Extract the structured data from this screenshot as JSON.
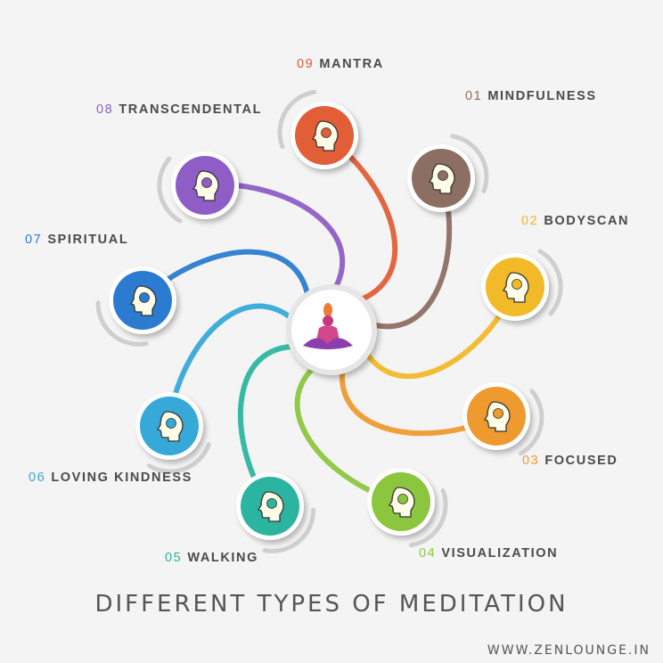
{
  "title": "DIFFERENT TYPES OF MEDITATION",
  "website": "WWW.ZENLOUNGE.IN",
  "items": [
    {
      "num": "01",
      "label": "MINDFULNESS",
      "color": "#8d6e63",
      "icon": "lotus-head-icon"
    },
    {
      "num": "02",
      "label": "BODYSCAN",
      "color": "#f2b928",
      "icon": "scan-head-icon"
    },
    {
      "num": "03",
      "label": "FOCUSED",
      "color": "#ef9a2e",
      "icon": "target-head-icon"
    },
    {
      "num": "04",
      "label": "VISUALIZATION",
      "color": "#8cc63f",
      "icon": "eye-head-icon"
    },
    {
      "num": "05",
      "label": "WALKING",
      "color": "#2bb5a0",
      "icon": "walking-head-icon"
    },
    {
      "num": "06",
      "label": "LOVING KINDNESS",
      "color": "#36a9d9",
      "icon": "heart-head-icon"
    },
    {
      "num": "07",
      "label": "SPIRITUAL",
      "color": "#2b7bd1",
      "icon": "spiritual-head-icon"
    },
    {
      "num": "08",
      "label": "TRANSCENDENTAL",
      "color": "#8e5ec6",
      "icon": "butterfly-head-icon"
    },
    {
      "num": "09",
      "label": "MANTRA",
      "color": "#e15e37",
      "icon": "om-head-icon"
    }
  ],
  "center_icon": "meditating-person-icon"
}
